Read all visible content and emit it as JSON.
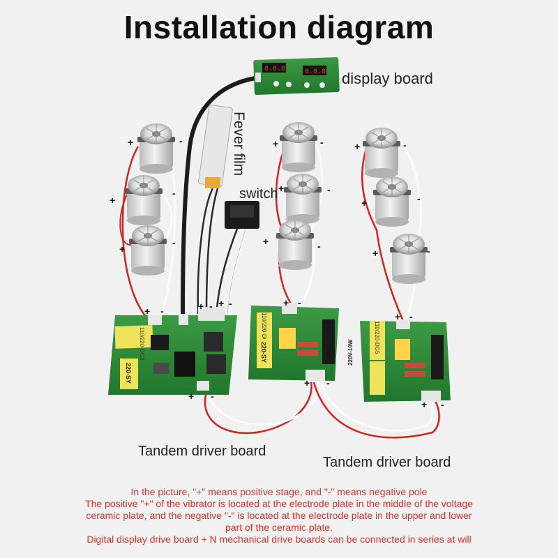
{
  "title": "Installation diagram",
  "labels": {
    "display_board": "display board",
    "fever_film": "Fever film",
    "switch": "switch",
    "tandem_driver_board_1": "Tandem driver board",
    "tandem_driver_board_2": "Tandem driver board"
  },
  "board_markings": {
    "board1_transformer": "110/220-DG3",
    "board1_cap": "220-SY",
    "board2_transformer": "110/220-DG5",
    "board2_cap": "220-SY",
    "board3_transformer": "110/220-DG5",
    "board3_cap": "220V-10W"
  },
  "polarity": {
    "positive": "+",
    "negative": "-"
  },
  "notes": [
    "In the picture, \"+\" means positive stage, and \"-\" means negative pole",
    "The positive \"+\" of the vibrator is located at the electrode plate in the middle of the voltage",
    "ceramic plate, and the negative \"-\" is located at the electrode plate in the upper and lower",
    "part of the ceramic plate.",
    "Digital display drive board + N mechanical drive boards can be connected in series at will"
  ],
  "colors": {
    "background": "#f1f1f1",
    "note_text": "#e0302a",
    "board_green": "#2e8b3a",
    "wire_red": "#d3231e",
    "wire_white": "#fafafa"
  }
}
